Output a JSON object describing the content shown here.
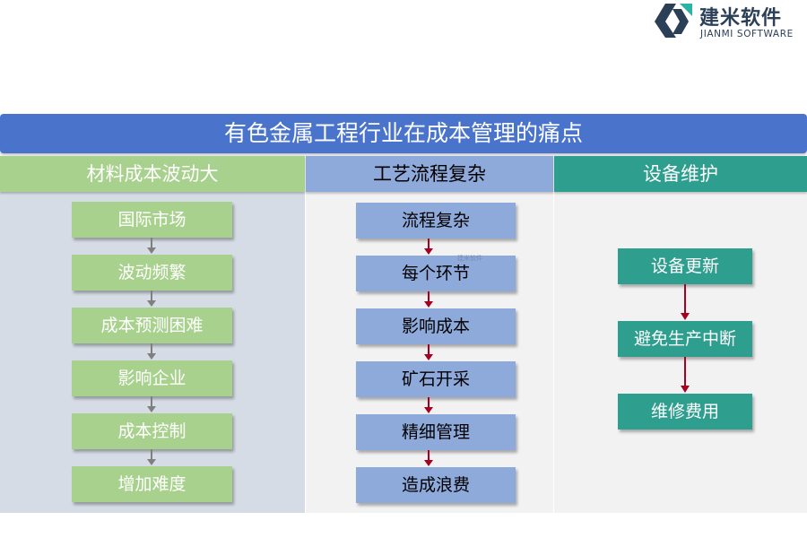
{
  "brand": {
    "name_cn": "建米软件",
    "name_en": "JIANMI SOFTWARE",
    "watermark": "建米软件"
  },
  "title": "有色金属工程行业在成本管理的痛点",
  "columns": [
    {
      "header": "材料成本波动大",
      "nodes": [
        "国际市场",
        "波动频繁",
        "成本预测困难",
        "影响企业",
        "成本控制",
        "增加难度"
      ]
    },
    {
      "header": "工艺流程复杂",
      "nodes": [
        "流程复杂",
        "每个环节",
        "影响成本",
        "矿石开采",
        "精细管理",
        "造成浪费"
      ]
    },
    {
      "header": "设备维护",
      "nodes": [
        "设备更新",
        "避免生产中断",
        "维修费用"
      ]
    }
  ],
  "colors": {
    "title_bar": "#4a74cc",
    "col1_header": "#a9d18e",
    "col1_bg": "#d6dce5",
    "col1_node": "#a9d18e",
    "col1_arrow": "#7f7f7f",
    "col2_header": "#8eaadb",
    "col2_bg": "#f2f2f2",
    "col2_node": "#8eaadb",
    "col2_arrow": "#a50021",
    "col3_header": "#2e9e8e",
    "col3_bg": "#f2f2f2",
    "col3_node": "#2e9e8e",
    "col3_arrow": "#a50021"
  }
}
